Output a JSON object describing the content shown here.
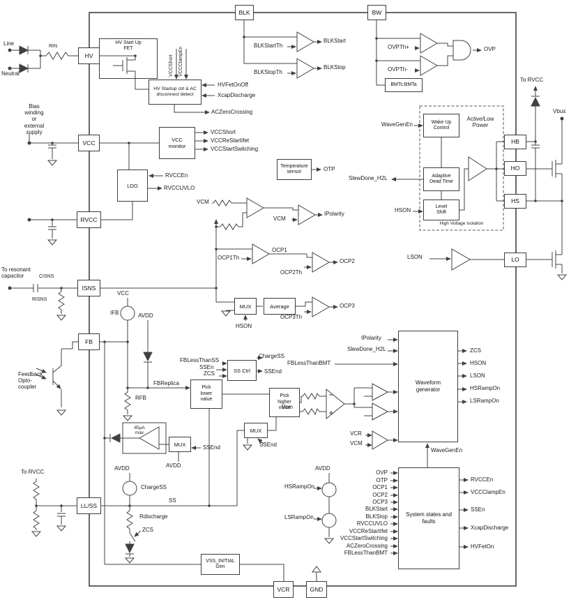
{
  "pins": {
    "blk": "BLK",
    "bw": "BW",
    "hv": "HV",
    "vcc": "VCC",
    "rvcc": "RVCC",
    "isns": "ISNS",
    "fb": "FB",
    "llss": "LL/SS",
    "hb": "HB",
    "ho": "HO",
    "hs": "HS",
    "lo": "LO",
    "vcr": "VCR",
    "gnd": "GND"
  },
  "external": {
    "line": "Line",
    "neutral": "Neutral",
    "rin": "RIN",
    "bias": "Bias\nwinding\nor\nexternal\nsupply",
    "to_rvcc": "To RVCC",
    "to_resonant": "To resonant\ncapacitor",
    "cisns": "CISNS",
    "risns": "RISNS",
    "opto": "Feedback\nOpto-\ncoupler",
    "vbus": "Vbus"
  },
  "blocks": {
    "hv_startup_fet": "HV Start Up\nFET",
    "hv_ctrl": "HV Startup ctrl & AC\ndisconnect detect",
    "vcc_monitor": "VCC\nmonitor",
    "ldo": "LDO",
    "temp_sensor": "Temperature\nsensor",
    "bmt": "BMTc:BMTa",
    "wakeup": "Wake Up\nControl",
    "active_low": "Active/Low\nPower",
    "adt": "Adaptive\nDead Time",
    "level_shift": "Level\nShift",
    "hvi": "High Voltage Isolation",
    "mux": "MUX",
    "average": "Average",
    "ss_ctrl": "SS Ctrl",
    "pick_lower": "Pick\nlower\nvalue",
    "pick_higher": "Pick\nhigher\nvalue",
    "wavegen": "Waveform generator",
    "sysfaults": "System states and\nfaults",
    "vss_gen": "VSS_INITIAL\nGen",
    "amp85": "85µA\nmax"
  },
  "signals": {
    "blkstartth": "BLKStartTh",
    "blkstart": "BLKStart",
    "blkstopth": "BLKStopTh",
    "blkstop": "BLKStop",
    "ovpth_p": "OVPTh+",
    "ovpth_n": "OVPTh-",
    "ovp": "OVP",
    "vccshort": "VCCShort",
    "vccclampen": "VCCClampEn",
    "hvfetonoff": "HVFetOnOff",
    "xcapdischarge": "XcapDischarge",
    "aczerocrossing": "ACZeroCrossing",
    "vccrestartifet": "VCCReStartIfet",
    "vccstartswitching": "VCCStartSwitching",
    "rvccen": "RVCCEn",
    "rvccuvlo": "RVCCUVLO",
    "otp": "OTP",
    "wavegenen": "WaveGenEn",
    "slewdone": "SlewDone_H2L",
    "hson": "HSON",
    "lson": "LSON",
    "vcm": "VCM",
    "ipolarity": "IPolarity",
    "ocp1": "OCP1",
    "ocp1th": "OCP1Th",
    "ocp2": "OCP2",
    "ocp2th": "OCP2Th",
    "ocp3": "OCP3",
    "ocp3th": "OCP3Th",
    "vcc": "VCC",
    "ifb": "IFB",
    "avdd": "AVDD",
    "fbreplica": "FBReplica",
    "rfb": "RFB",
    "fblessthanss": "FBLessThanSS",
    "ssen": "SSEn",
    "zcs": "ZCS",
    "chargess": "ChargeSS",
    "ssend": "SSEnd",
    "fblessthanbmt": "FBLessThanBMT",
    "vcm_small": "Vcm",
    "vcr": "VCR",
    "hsrampon": "HSRampOn",
    "lsrampon": "LSRampOn",
    "ss": "SS",
    "rdischarge": "Rdischarge",
    "hvfeton": "HVFetOn"
  },
  "colors": {
    "wire": "#404040",
    "text": "#1a1a1a",
    "bg": "#ffffff"
  }
}
